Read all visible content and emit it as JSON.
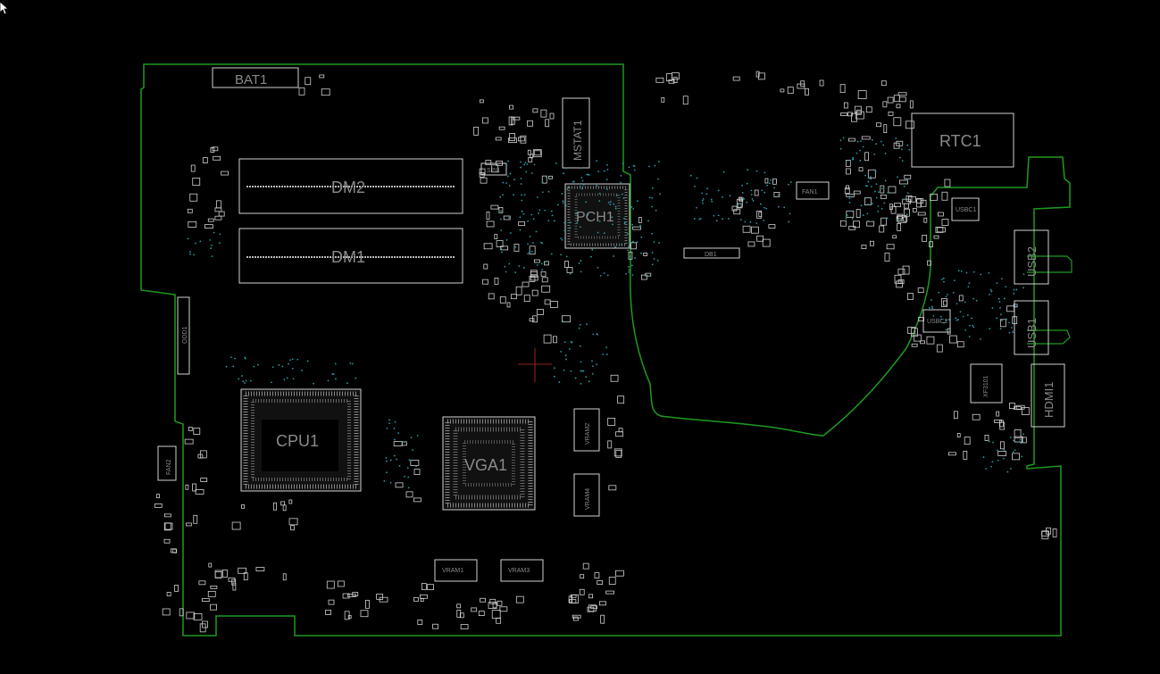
{
  "colors": {
    "background": "#000000",
    "outline": "#1f9a1f",
    "part": "#d0d0d0",
    "label": "#8a8a8a",
    "via": "#2a9aa6",
    "marker": "#c0302a"
  },
  "labels": {
    "bat1": "BAT1",
    "dm2": "DM2",
    "dm1": "DM1",
    "mstat1": "MSTAT1",
    "spi1": "SPI1",
    "pch1": "PCH1",
    "fan1": "FAN1",
    "db1": "DB1",
    "rtc1": "RTC1",
    "usb2": "USB2",
    "usb1": "USB1",
    "hdmi1": "HDMI1",
    "odd1": "ODD1",
    "cpu1": "CPU1",
    "vga1": "VGA1",
    "fan2": "FAN2",
    "vram1": "VRAM1",
    "vram3": "VRAM3",
    "vram2": "VRAM2",
    "vram4": "VRAM4",
    "usbc1": "USBC1",
    "usbc2": "USBC2",
    "xf": "XF3101"
  }
}
